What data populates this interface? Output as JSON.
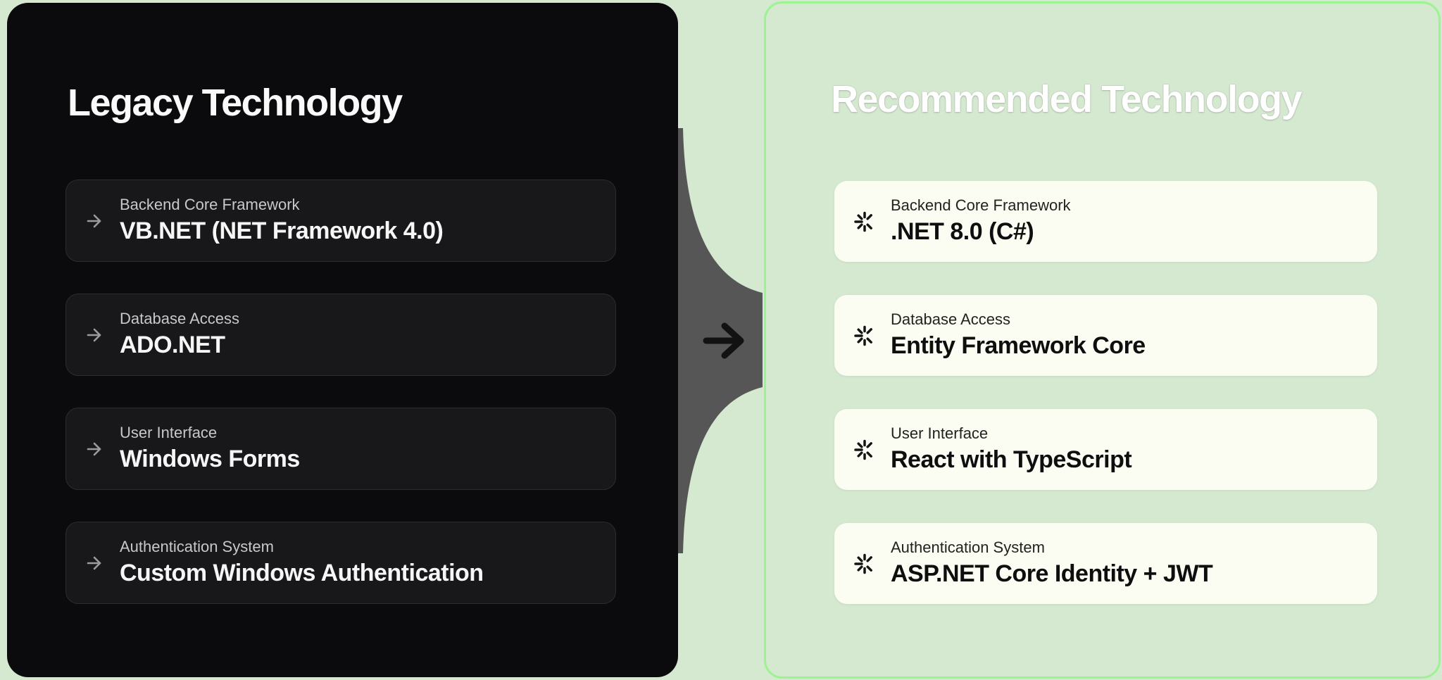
{
  "page": {
    "background_color": "#d5e8d0"
  },
  "legacy_panel": {
    "title": "Legacy Technology",
    "background_color": "#0b0b0d",
    "card_background_color": "#18181b",
    "item_icon": "arrow-right",
    "items": [
      {
        "category": "Backend Core Framework",
        "technology": "VB.NET (NET Framework 4.0)"
      },
      {
        "category": "Database Access",
        "technology": "ADO.NET"
      },
      {
        "category": "User Interface",
        "technology": "Windows Forms"
      },
      {
        "category": "Authentication System",
        "technology": "Custom Windows Authentication"
      }
    ]
  },
  "recommended_panel": {
    "title": "Recommended Technology",
    "border_color": "#9cf391",
    "card_background_color": "#fbfdf2",
    "item_icon": "spark-asterisk",
    "items": [
      {
        "category": "Backend Core Framework",
        "technology": ".NET 8.0 (C#)"
      },
      {
        "category": "Database Access",
        "technology": "Entity Framework Core"
      },
      {
        "category": "User Interface",
        "technology": "React with TypeScript"
      },
      {
        "category": "Authentication System",
        "technology": "ASP.NET Core Identity + JWT"
      }
    ]
  },
  "connector": {
    "icon": "arrow-right-bold",
    "shape_color": "#565656",
    "arrow_color": "#121212"
  }
}
